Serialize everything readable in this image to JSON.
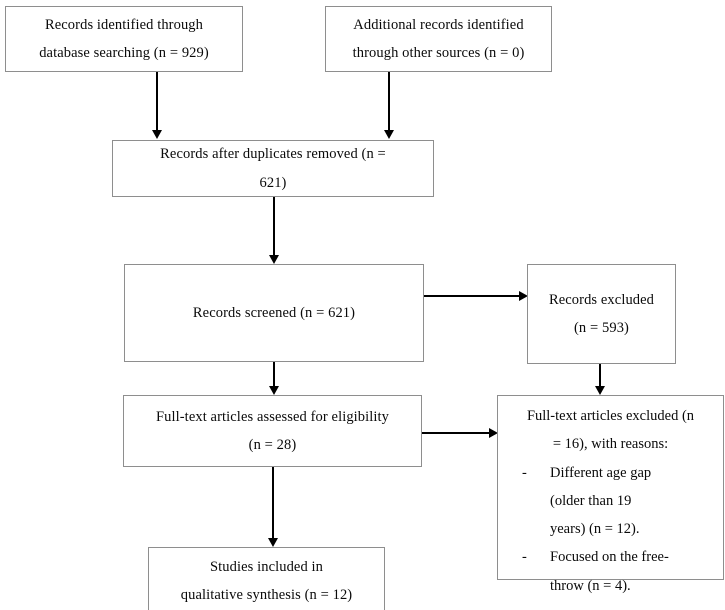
{
  "diagram": {
    "type": "prisma-flow-diagram",
    "title": "",
    "colors": {
      "box_border": "#8e8e8e",
      "connector": "#000000",
      "background": "#ffffff",
      "text": "#0a0a0a"
    },
    "boxes": {
      "identified_database": {
        "line1": "Records identified through",
        "line2": "database searching (n = 929)"
      },
      "identified_other": {
        "line1": "Additional records identified",
        "line2": "through other sources (n = 0)"
      },
      "duplicates_removed": {
        "line1": "Records after duplicates removed (n =",
        "line2": "621)"
      },
      "records_screened": {
        "line1": "Records screened (n = 621)"
      },
      "records_excluded": {
        "line1": "Records excluded",
        "line2": "(n = 593)"
      },
      "fulltext_assessed": {
        "line1": "Full-text articles assessed for eligibility",
        "line2": "(n = 28)"
      },
      "fulltext_excluded": {
        "head1": "Full-text articles excluded (n",
        "head2": "= 16), with reasons:",
        "bullet_marker": "-",
        "reasons": [
          {
            "line1": "Different age gap",
            "line2": "(older than 19",
            "line3": "years) (n = 12)."
          },
          {
            "line1": "Focused on the free-",
            "line2": "throw (n = 4)."
          }
        ]
      },
      "studies_included": {
        "line1": "Studies included in",
        "line2": "qualitative synthesis (n = 12)"
      }
    },
    "connectors": [
      {
        "name": "arrow-database-to-duplicates",
        "direction": "down"
      },
      {
        "name": "arrow-other-to-duplicates",
        "direction": "down"
      },
      {
        "name": "arrow-duplicates-to-screened",
        "direction": "down"
      },
      {
        "name": "arrow-screened-to-excluded",
        "direction": "right"
      },
      {
        "name": "arrow-screened-to-fulltext",
        "direction": "down"
      },
      {
        "name": "arrow-excluded-to-fulltext-excluded",
        "direction": "down"
      },
      {
        "name": "arrow-fulltext-to-fulltext-excluded",
        "direction": "right"
      },
      {
        "name": "arrow-fulltext-to-included",
        "direction": "down"
      }
    ]
  }
}
